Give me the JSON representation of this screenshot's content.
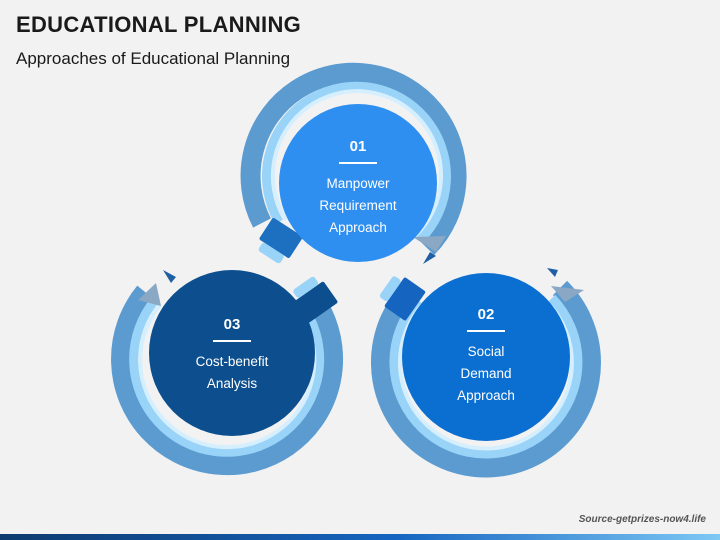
{
  "header": {
    "title": "EDUCATIONAL PLANNING",
    "subtitle": "Approaches of Educational Planning"
  },
  "nodes": [
    {
      "number": "01",
      "lines": [
        "Manpower",
        "Requirement",
        "Approach"
      ],
      "color": "#2f8ff0"
    },
    {
      "number": "02",
      "lines": [
        "Social",
        "Demand",
        "Approach"
      ],
      "color": "#0b6fd1"
    },
    {
      "number": "03",
      "lines": [
        "Cost-benefit",
        "Analysis"
      ],
      "color": "#0d4f8e"
    }
  ],
  "footer": {
    "source": "Source-getprizes-now4.life"
  },
  "colors": {
    "ring_outer": "#5b9bd0",
    "ring_inner": "#9ad3f8",
    "band": "#d6efff",
    "pencil_tip": "#8aa7c4",
    "pencil_lead": "#1f5fa3"
  }
}
